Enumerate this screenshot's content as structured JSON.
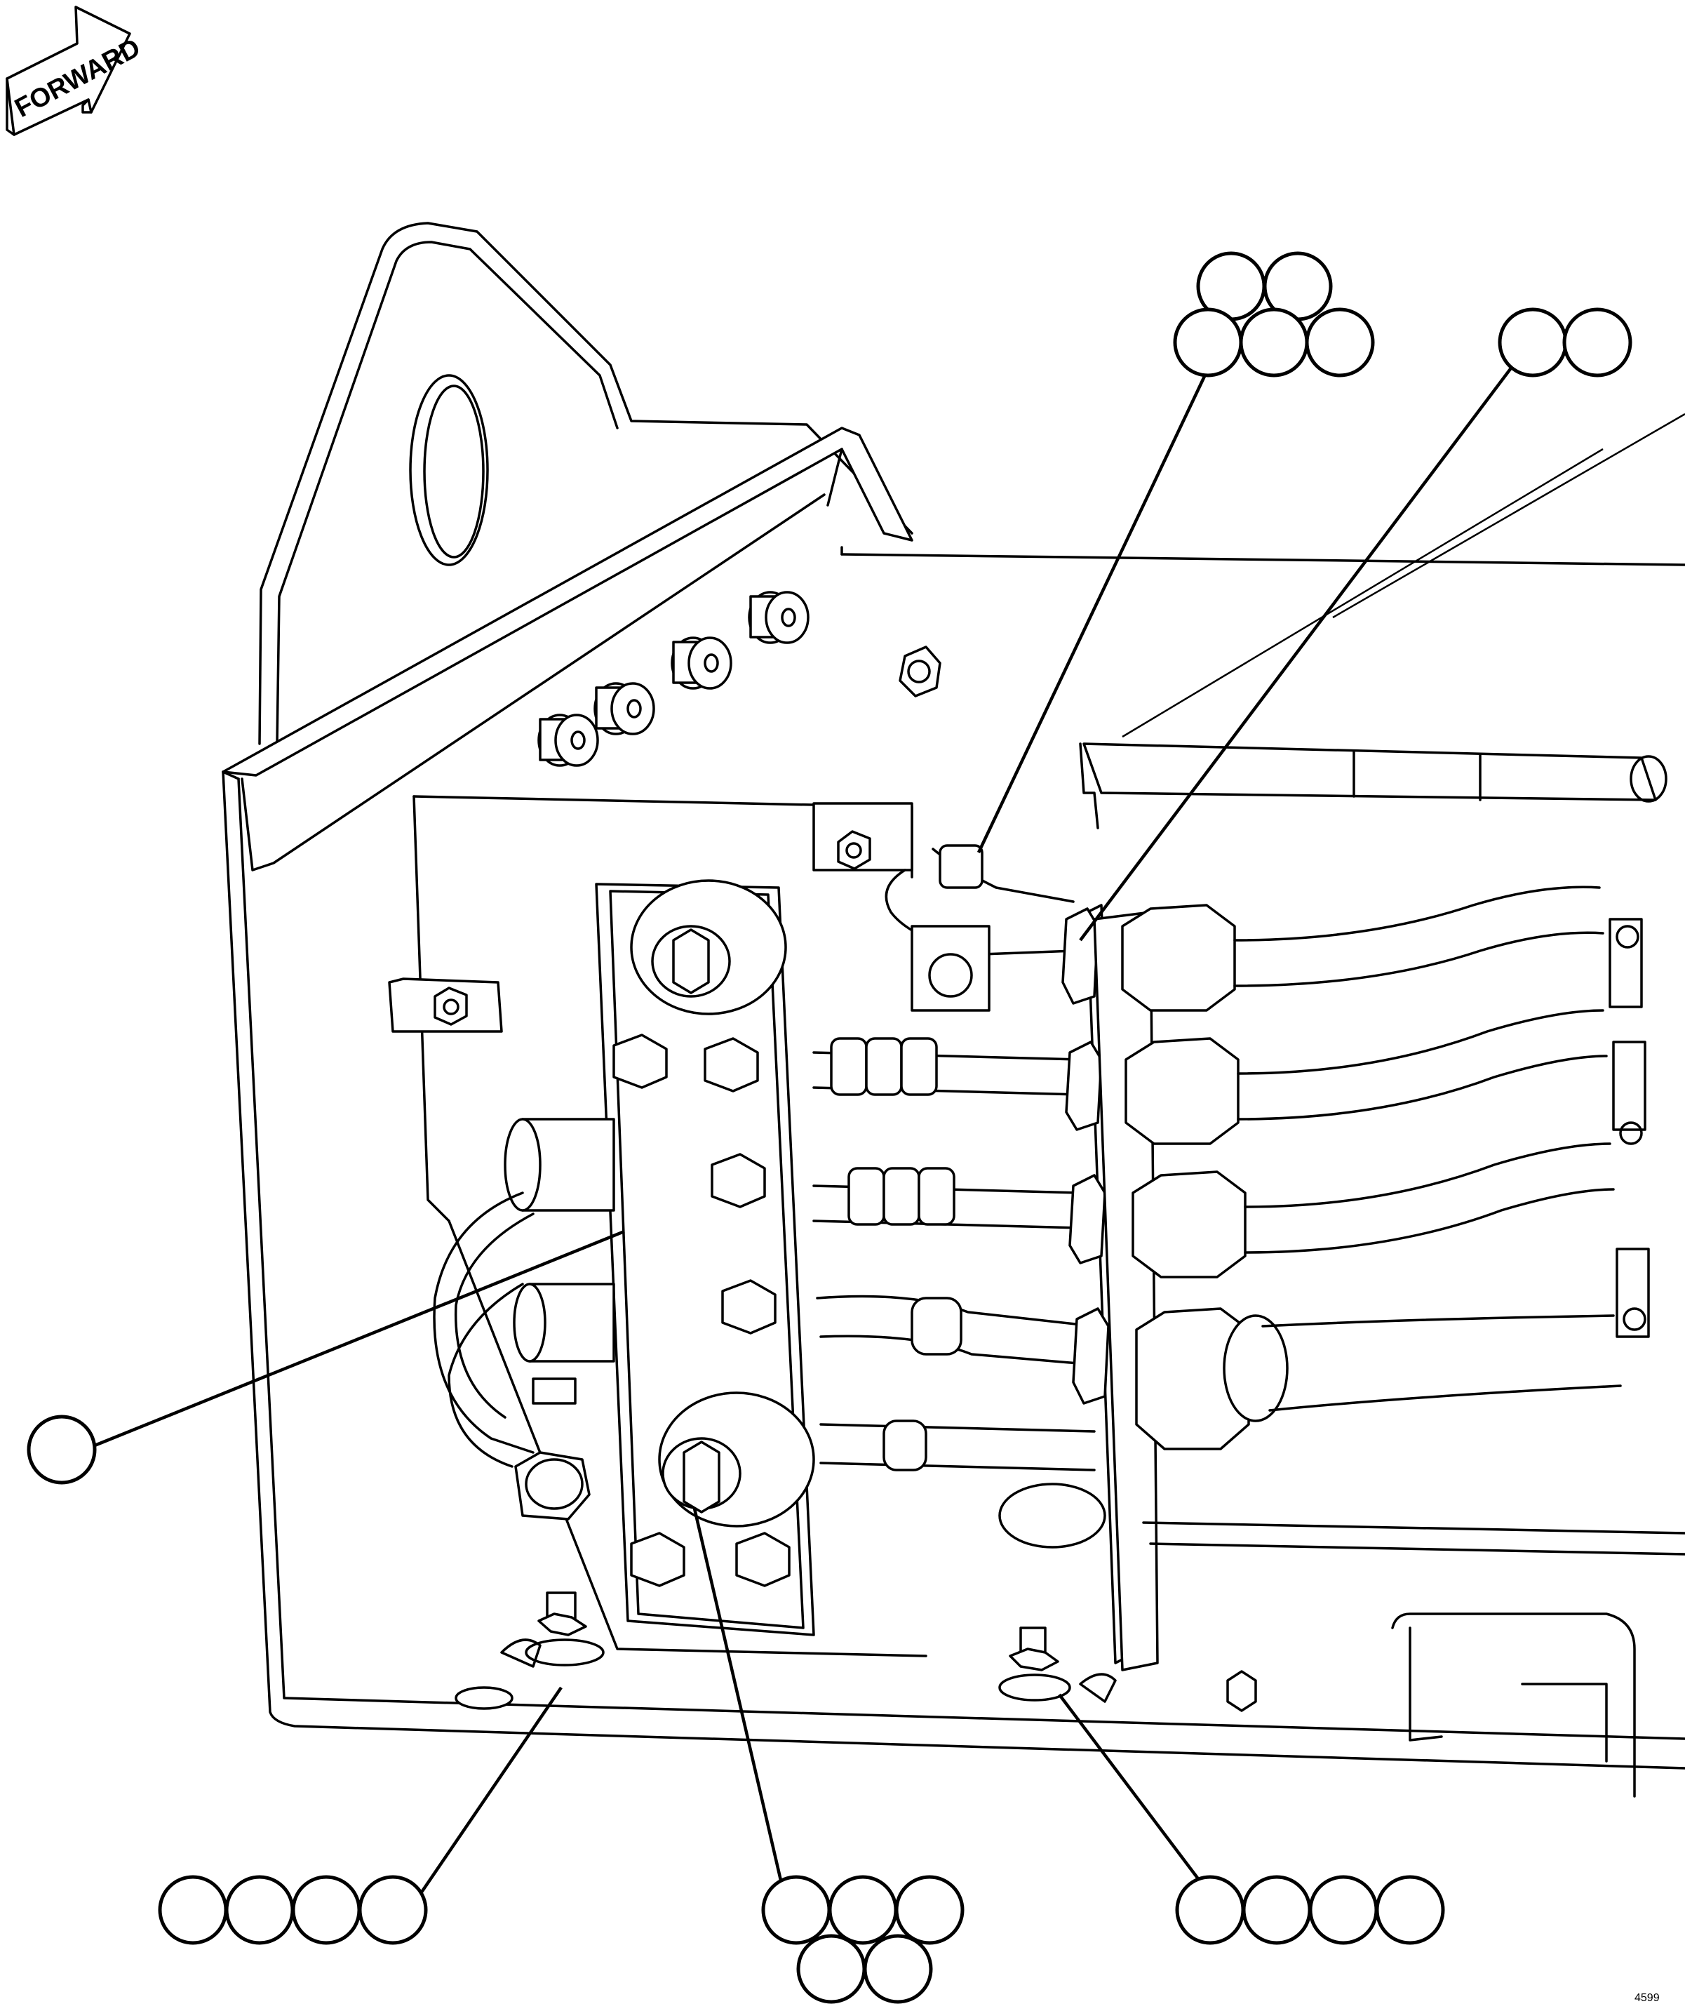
{
  "arrow": {
    "label": "FORWARD"
  },
  "figure_number": "4599",
  "callout_groups": [
    {
      "id": "top-center",
      "bubbles": 5
    },
    {
      "id": "top-right",
      "bubbles": 2
    },
    {
      "id": "left",
      "bubbles": 1
    },
    {
      "id": "bottom-left",
      "bubbles": 4
    },
    {
      "id": "bottom-center",
      "bubbles": 5
    },
    {
      "id": "bottom-right",
      "bubbles": 4
    }
  ]
}
